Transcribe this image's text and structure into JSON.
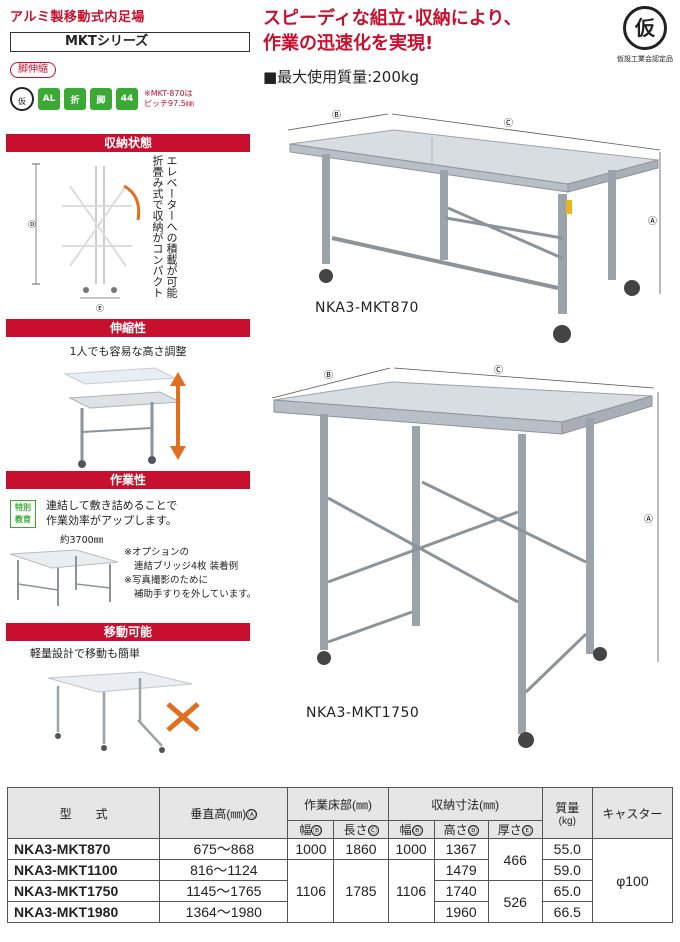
{
  "header": {
    "category": "アルミ製移動式内足場",
    "series": "MKTシリーズ",
    "feature_chip": "脚伸縮",
    "icons": [
      {
        "name": "kari-cert-icon",
        "label": "仮"
      },
      {
        "name": "aluminum-icon",
        "label": "AL"
      },
      {
        "name": "folding-icon",
        "label": "折"
      },
      {
        "name": "telescopic-leg-icon",
        "label": "脚"
      },
      {
        "name": "pitch-icon",
        "label": "44"
      }
    ],
    "pitch_note": [
      "※MKT-870は",
      "ピッチ97.5㎜"
    ],
    "headline": [
      "スピーディな組立･収納により、",
      "作業の迅速化を実現!"
    ],
    "cert_mark": "仮",
    "cert_caption": "仮設工業会認定品",
    "max_load": "■最大使用質量:200kg"
  },
  "sections": [
    {
      "title": "収納状態",
      "text": "エレベーターへの積載が可能 折畳み式で収納がコンパクト"
    },
    {
      "title": "伸縮性",
      "text": "1人でも容易な高さ調整"
    },
    {
      "title": "作業性",
      "badge": [
        "特別",
        "教育"
      ],
      "text": [
        "連結して敷き詰めることで",
        "作業効率がアップします。"
      ],
      "dimension": "約3700㎜",
      "notes": [
        "※オプションの",
        "連結ブリッジ4枚 装着例",
        "※写真撮影のために",
        "補助手すりを外しています。"
      ]
    },
    {
      "title": "移動可能",
      "text": "軽量設計で移動も簡単"
    }
  ],
  "dimension_marks": {
    "a": "Ⓐ",
    "b": "Ⓑ",
    "c": "Ⓒ",
    "d": "Ⓓ",
    "e": "Ⓔ"
  },
  "models": {
    "top": "NKA3-MKT870",
    "bottom": "NKA3-MKT1750"
  },
  "table": {
    "h_model": "型　　式",
    "h_height": "垂直高(㎜)",
    "h_floor": "作業床部(㎜)",
    "h_storage": "収納寸法(㎜)",
    "h_mass": "質量",
    "h_mass_unit": "(kg)",
    "h_caster": "キャスター",
    "h_width": "幅",
    "h_length": "長さ",
    "h_height2": "高さ",
    "h_thick": "厚さ",
    "rows": [
      {
        "model": "NKA3-MKT870",
        "height": "675～868",
        "fw": "1000",
        "fl": "1860",
        "sw": "1000",
        "sh": "1367",
        "st": "466",
        "mass": "55.0",
        "caster": "φ100"
      },
      {
        "model": "NKA3-MKT1100",
        "height": "816～1124",
        "sh": "1479",
        "mass": "59.0"
      },
      {
        "model": "NKA3-MKT1750",
        "height": "1145～1765",
        "fw": "1106",
        "fl": "1785",
        "sw": "1106",
        "sh": "1740",
        "st": "526",
        "mass": "65.0"
      },
      {
        "model": "NKA3-MKT1980",
        "height": "1364～1980",
        "sh": "1960",
        "mass": "66.5"
      }
    ]
  },
  "colors": {
    "accent": "#c8102e",
    "green": "#3aaa35",
    "metal": "#b9bfc6"
  }
}
